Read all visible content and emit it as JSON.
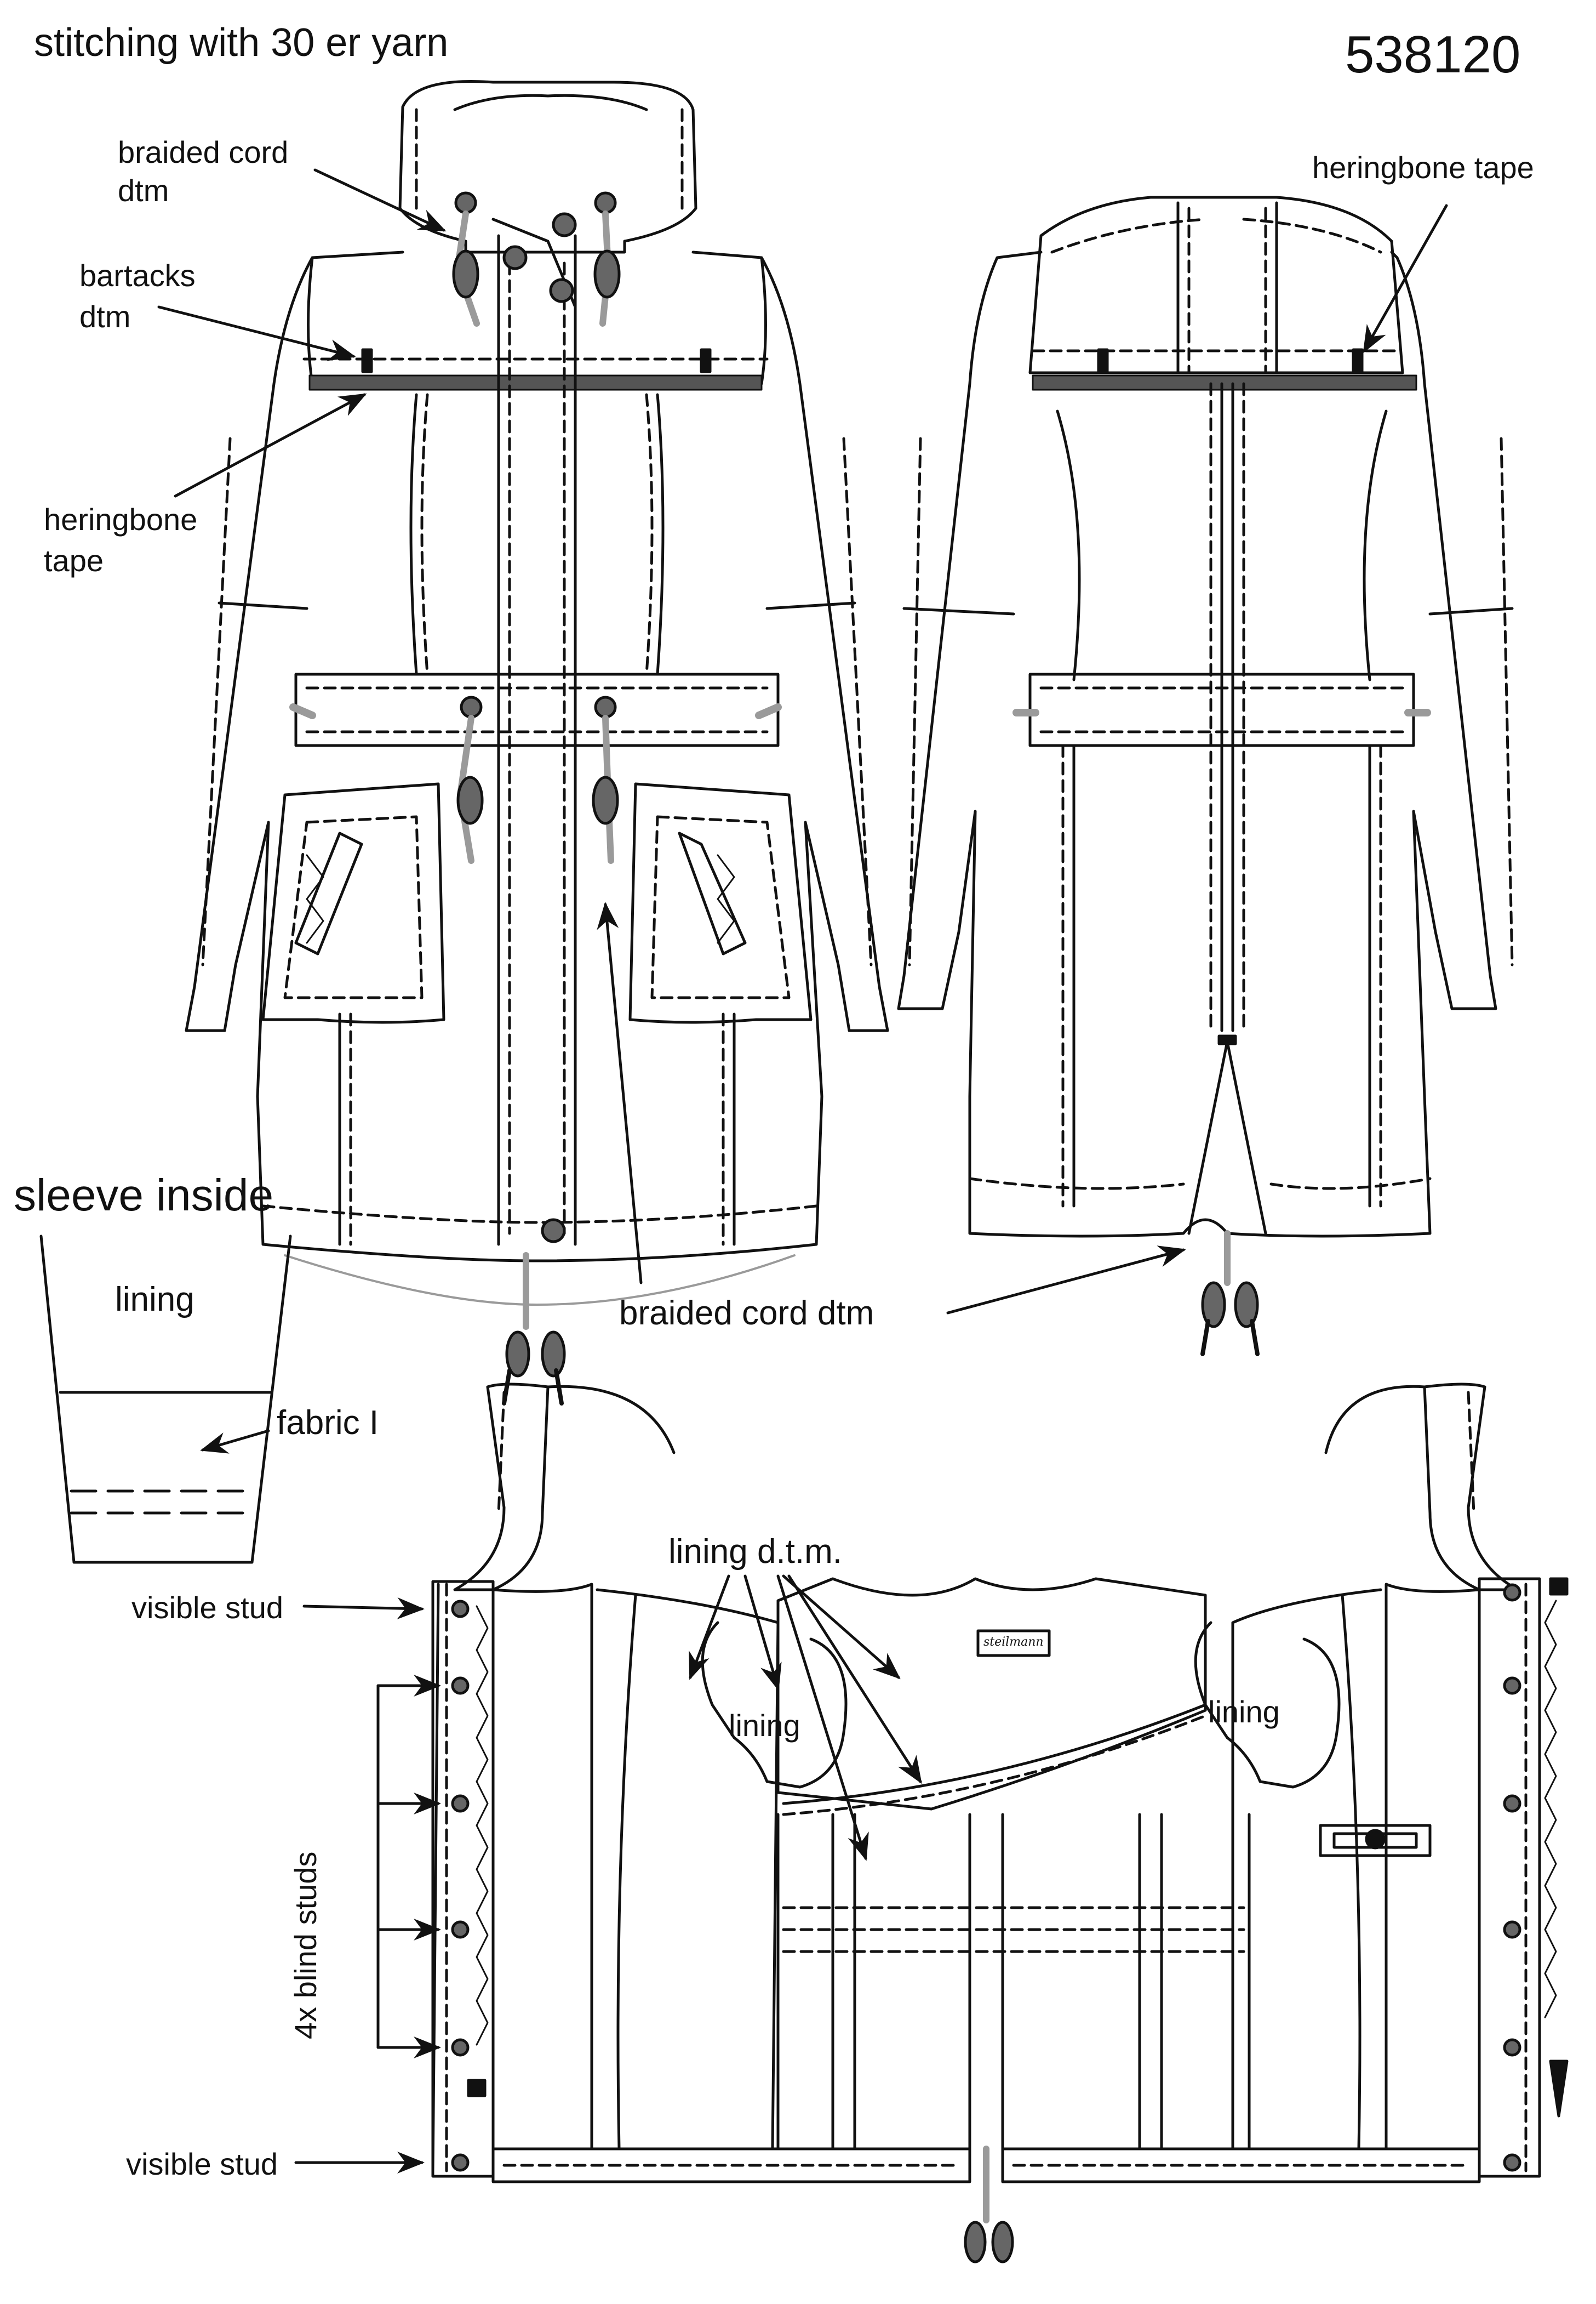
{
  "header": {
    "title": "stitching with 30 er yarn",
    "style_number": "538120"
  },
  "front_view": {
    "callouts": {
      "braided_cord": [
        "braided cord",
        "dtm"
      ],
      "bartacks": [
        "bartacks",
        "dtm"
      ],
      "heringbone_tape": [
        "heringbone",
        "tape"
      ]
    }
  },
  "back_view": {
    "callouts": {
      "heringbone_tape": "heringbone tape",
      "braided_cord": "braided cord dtm"
    }
  },
  "sleeve_detail": {
    "title": "sleeve inside",
    "lining": "lining",
    "fabric": "fabric I"
  },
  "inside_view": {
    "visible_stud_top": "visible stud",
    "blind_studs": "4x blind studs",
    "visible_stud_bottom": "visible stud",
    "lining_dtm": "lining d.t.m.",
    "pocket_lining_left": "lining",
    "pocket_lining_right": "lining",
    "brand_label": "steilmann"
  },
  "colors": {
    "line": "#111111",
    "tape": "#555555",
    "hardware": "#666666",
    "cord": "#9a9a9a"
  }
}
